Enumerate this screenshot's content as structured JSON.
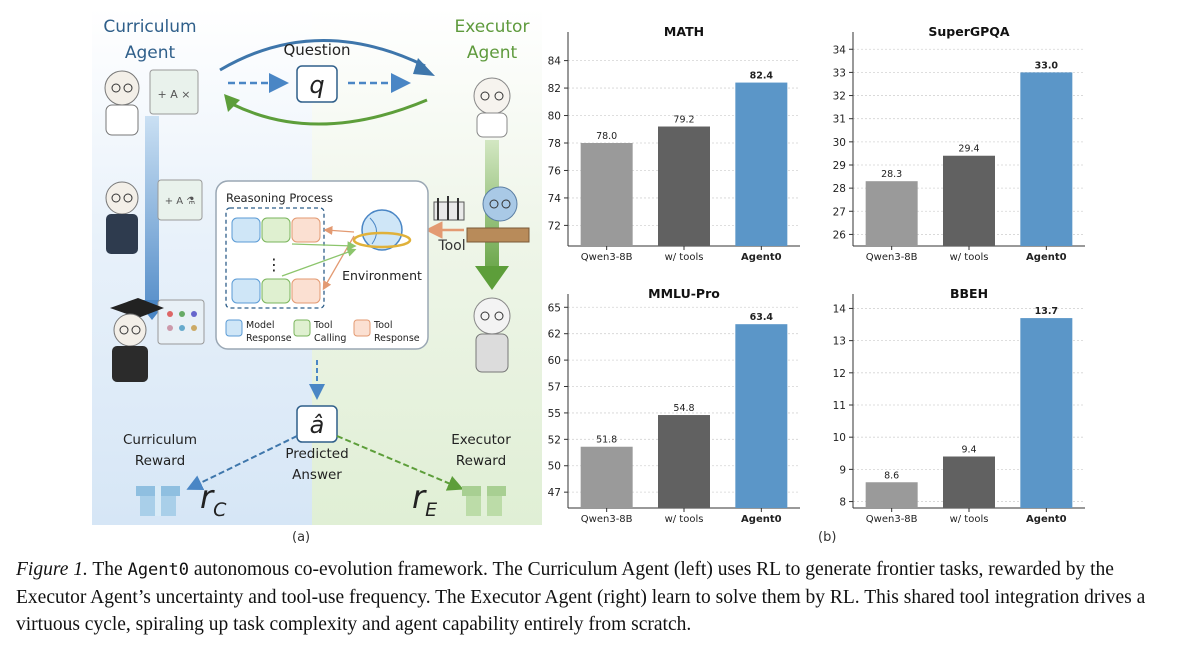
{
  "diagram": {
    "curriculum_agent": [
      "Curriculum",
      "Agent"
    ],
    "executor_agent": [
      "Executor",
      "Agent"
    ],
    "question_label": "Question",
    "question_symbol": "q",
    "reasoning_title": "Reasoning Process",
    "environment_label": "Environment",
    "tool_label": "Tool",
    "dots": "⋮",
    "legend": [
      {
        "lines": [
          "Model",
          "Response"
        ],
        "color": "#cfe6f7",
        "stroke": "#5b9bd5"
      },
      {
        "lines": [
          "Tool",
          "Calling"
        ],
        "color": "#dff0d0",
        "stroke": "#7ab55c"
      },
      {
        "lines": [
          "Tool",
          "Response"
        ],
        "color": "#fbe0d2",
        "stroke": "#e39a72"
      }
    ],
    "answer_symbol": "â",
    "predicted_answer": [
      "Predicted",
      "Answer"
    ],
    "curriculum_reward": [
      "Curriculum",
      "Reward"
    ],
    "executor_reward": [
      "Executor",
      "Reward"
    ],
    "reward_c": {
      "main": "r",
      "sub": "C"
    },
    "reward_e": {
      "main": "r",
      "sub": "E"
    },
    "colors": {
      "curriculum": "#2f5f8a",
      "executor": "#5e9a3c",
      "blue_arrow": "#4a86c5",
      "green_arrow": "#5d9e3a"
    }
  },
  "panel_labels": {
    "a": "(a)",
    "b": "(b)"
  },
  "chart_data": [
    {
      "type": "bar",
      "title": "MATH",
      "categories": [
        "Qwen3-8B",
        "w/ tools",
        "Agent0"
      ],
      "values": [
        78.0,
        79.2,
        82.4
      ],
      "value_labels": [
        "78.0",
        "79.2",
        "82.4"
      ],
      "ylim": [
        70.5,
        85.5
      ],
      "yticks": [
        "72",
        "74",
        "76",
        "78",
        "80",
        "82",
        "84"
      ],
      "colors": [
        "#9a9a9a",
        "#616161",
        "#5b96c8"
      ]
    },
    {
      "type": "bar",
      "title": "SuperGPQA",
      "categories": [
        "Qwen3-8B",
        "w/ tools",
        "Agent0"
      ],
      "values": [
        28.3,
        29.4,
        33.0
      ],
      "value_labels": [
        "28.3",
        "29.4",
        "33.0"
      ],
      "ylim": [
        25.5,
        34.4
      ],
      "yticks": [
        "26",
        "27",
        "28",
        "29",
        "30",
        "31",
        "32",
        "33",
        "34"
      ],
      "colors": [
        "#9a9a9a",
        "#616161",
        "#5b96c8"
      ]
    },
    {
      "type": "bar",
      "title": "MMLU-Pro",
      "categories": [
        "Qwen3-8B",
        "w/ tools",
        "Agent0"
      ],
      "values": [
        51.8,
        54.8,
        63.4
      ],
      "value_labels": [
        "51.8",
        "54.8",
        "63.4"
      ],
      "ylim": [
        46,
        65.5
      ],
      "yticks": [
        "47",
        "50",
        "52",
        "55",
        "57",
        "60",
        "62",
        "65"
      ],
      "ytick_values": [
        47.5,
        50,
        52.5,
        55,
        57.5,
        60,
        62.5,
        65
      ],
      "colors": [
        "#9a9a9a",
        "#616161",
        "#5b96c8"
      ]
    },
    {
      "type": "bar",
      "title": "BBEH",
      "categories": [
        "Qwen3-8B",
        "w/ tools",
        "Agent0"
      ],
      "values": [
        8.6,
        9.4,
        13.7
      ],
      "value_labels": [
        "8.6",
        "9.4",
        "13.7"
      ],
      "ylim": [
        7.8,
        14.2
      ],
      "yticks": [
        "8",
        "9",
        "10",
        "11",
        "12",
        "13",
        "14"
      ],
      "colors": [
        "#9a9a9a",
        "#616161",
        "#5b96c8"
      ]
    }
  ],
  "caption": {
    "figure_label": "Figure 1.",
    "text_1": " The ",
    "mono_name": "Agent0",
    "text_2": " autonomous co-evolution framework. The Curriculum Agent (left) uses RL to generate frontier tasks, rewarded by the Executor Agent’s uncertainty and tool-use frequency. The Executor Agent (right) learn to solve them by RL. This shared tool integration drives a virtuous cycle, spiraling up task complexity and agent capability entirely from scratch."
  }
}
